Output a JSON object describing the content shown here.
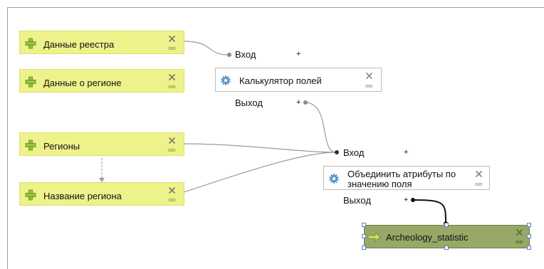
{
  "model": {
    "inputs": [
      {
        "label": "Данные реестра",
        "icon": "add-input-icon"
      },
      {
        "label": "Данные о регионе",
        "icon": "add-input-icon"
      },
      {
        "label": "Регионы",
        "icon": "add-input-icon"
      },
      {
        "label": "Название региона",
        "icon": "add-input-icon"
      }
    ],
    "algorithms": [
      {
        "label": "Калькулятор полей",
        "icon": "gear-icon",
        "in_port": "Вход",
        "out_port": "Выход"
      },
      {
        "label_line1": "Объединить атрибуты по",
        "label_line2": "значению поля",
        "icon": "gear-icon",
        "in_port": "Вход",
        "out_port": "Выход"
      }
    ],
    "output": {
      "label": "Archeology_statistic",
      "icon": "output-arrow-icon"
    },
    "port_marker": "+"
  },
  "colors": {
    "input_fill": "#eef28a",
    "output_fill": "#97a867",
    "wire": "#9a9a9a",
    "selected_wire": "#111111",
    "selection_handle": "#5b7fd1"
  }
}
